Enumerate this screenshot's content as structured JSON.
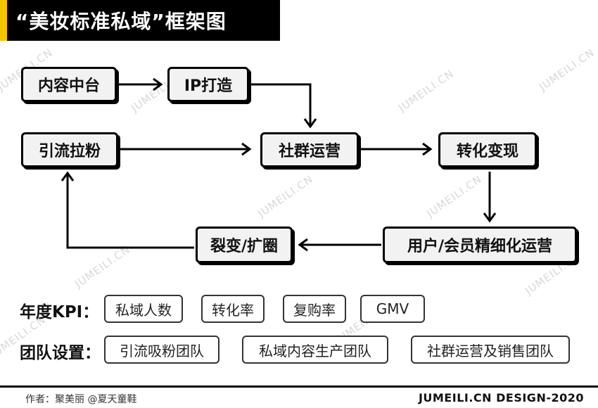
{
  "title": "“美妆标准私域”框架图",
  "watermark": "JUMEILI.CN",
  "nodes": {
    "content_platform": "内容中台",
    "ip_build": "IP打造",
    "traffic": "引流拉粉",
    "community_ops": "社群运营",
    "conversion": "转化变现",
    "member_ops": "用户/会员精细化运营",
    "fission": "裂变/扩圈"
  },
  "kpi": {
    "label": "年度KPI：",
    "tags": [
      "私域人数",
      "转化率",
      "复购率",
      "GMV"
    ]
  },
  "team": {
    "label": "团队设置：",
    "tags": [
      "引流吸粉团队",
      "私域内容生产团队",
      "社群运营及销售团队"
    ]
  },
  "footer": {
    "author": "作者：聚美丽 @夏天童鞋",
    "brand": "JUMEILI.CN DESIGN-2020"
  },
  "colors": {
    "accent": "#f5c400",
    "node_fill": "#f2f2f2",
    "ink": "#000000"
  }
}
